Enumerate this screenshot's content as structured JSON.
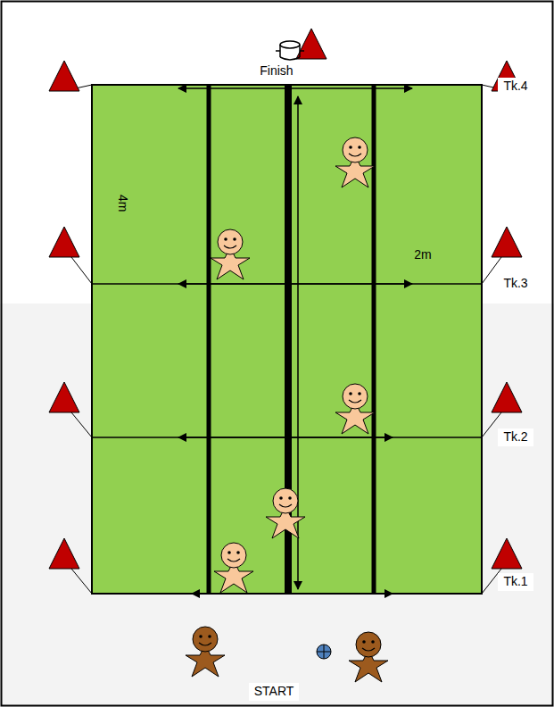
{
  "diagram": {
    "labels": [
      "Finish",
      "4m",
      "2m",
      "Tk.4",
      "Tk.3",
      "Tk.2",
      "Tk.1",
      "START"
    ]
  }
}
